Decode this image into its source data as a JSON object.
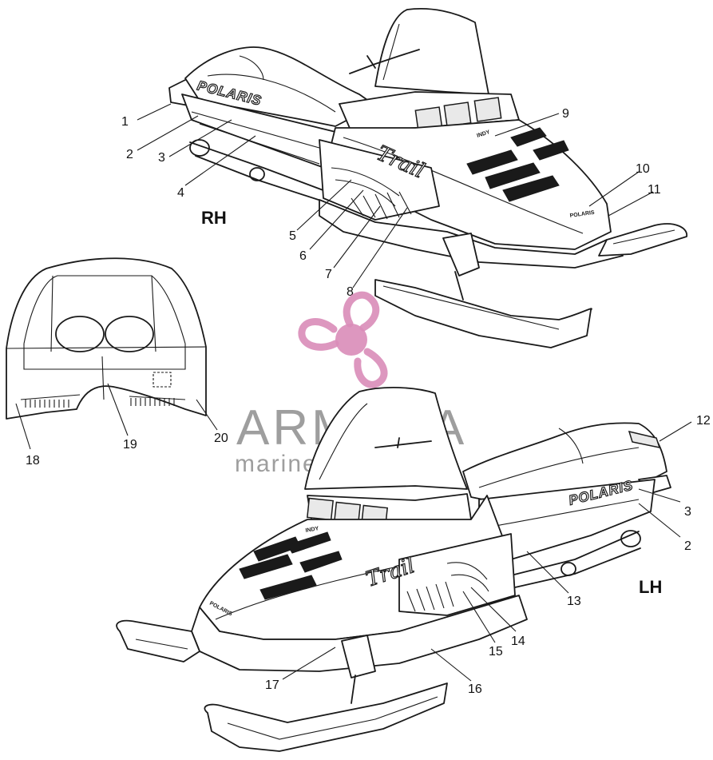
{
  "views": {
    "rh": "RH",
    "lh": "LH"
  },
  "decals": {
    "brand_rh": "POLARIS",
    "brand_lh": "POLARIS",
    "model_rh": "Trail",
    "model_lh": "Trail",
    "nose_rh": "POLARIS",
    "nose_lh": "POLARIS",
    "hood_badge_rh": "INDY",
    "hood_badge_lh": "INDY"
  },
  "callouts": [
    "1",
    "2",
    "3",
    "4",
    "5",
    "6",
    "7",
    "8",
    "9",
    "10",
    "11",
    "12",
    "13",
    "14",
    "15",
    "16",
    "17",
    "18",
    "19",
    "20",
    "3",
    "2"
  ],
  "watermark": {
    "title": "ARMADA",
    "subtitle": "marine outboards"
  },
  "colors": {
    "line": "#1a1a1a",
    "watermark_text": "#8e8e8e",
    "watermark_logo": "#d98cb8"
  }
}
